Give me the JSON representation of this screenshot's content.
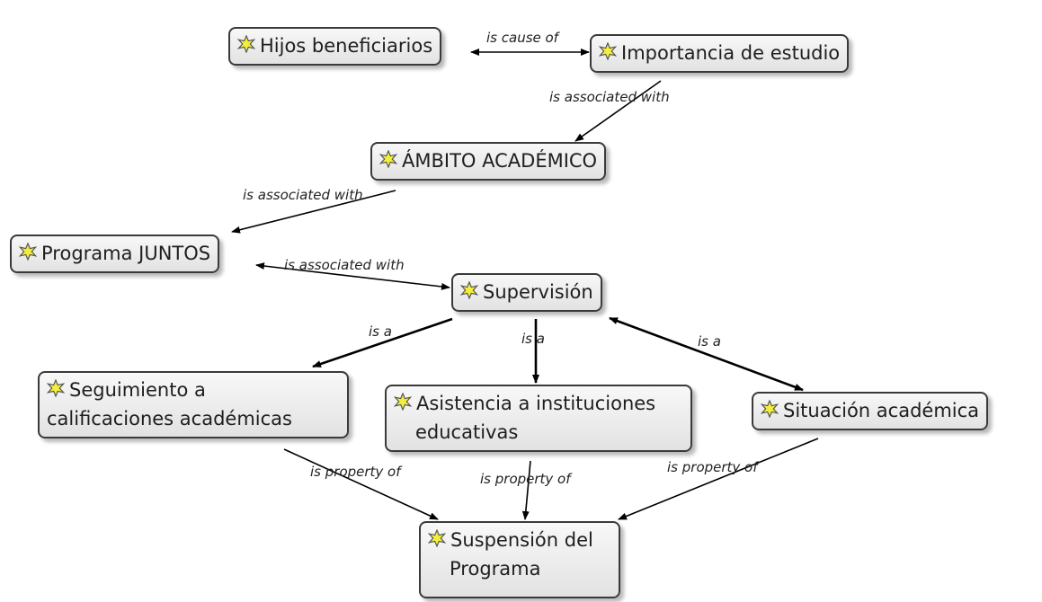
{
  "nodes": {
    "hijos": "Hijos beneficiarios",
    "importancia": "Importancia de estudio",
    "ambito": "ÁMBITO ACADÉMICO",
    "programa": "Programa JUNTOS",
    "supervision": "Supervisión",
    "seguimiento_l1": "Seguimiento a",
    "seguimiento_l2": "calificaciones académicas",
    "asistencia_l1": "Asistencia a instituciones",
    "asistencia_l2": "educativas",
    "situacion": "Situación académica",
    "suspension_l1": "Suspensión del",
    "suspension_l2": "Programa"
  },
  "links": {
    "is_cause_of": "is cause of",
    "is_associated_with": "is associated with",
    "is_a": "is a",
    "is_property_of": "is property of"
  },
  "icons": {
    "concept": "concept-star-icon"
  },
  "colors": {
    "node_border": "#3a3a3a",
    "node_fill": "#ececec",
    "icon_fill": "#f4ef3c",
    "link": "#000000"
  }
}
